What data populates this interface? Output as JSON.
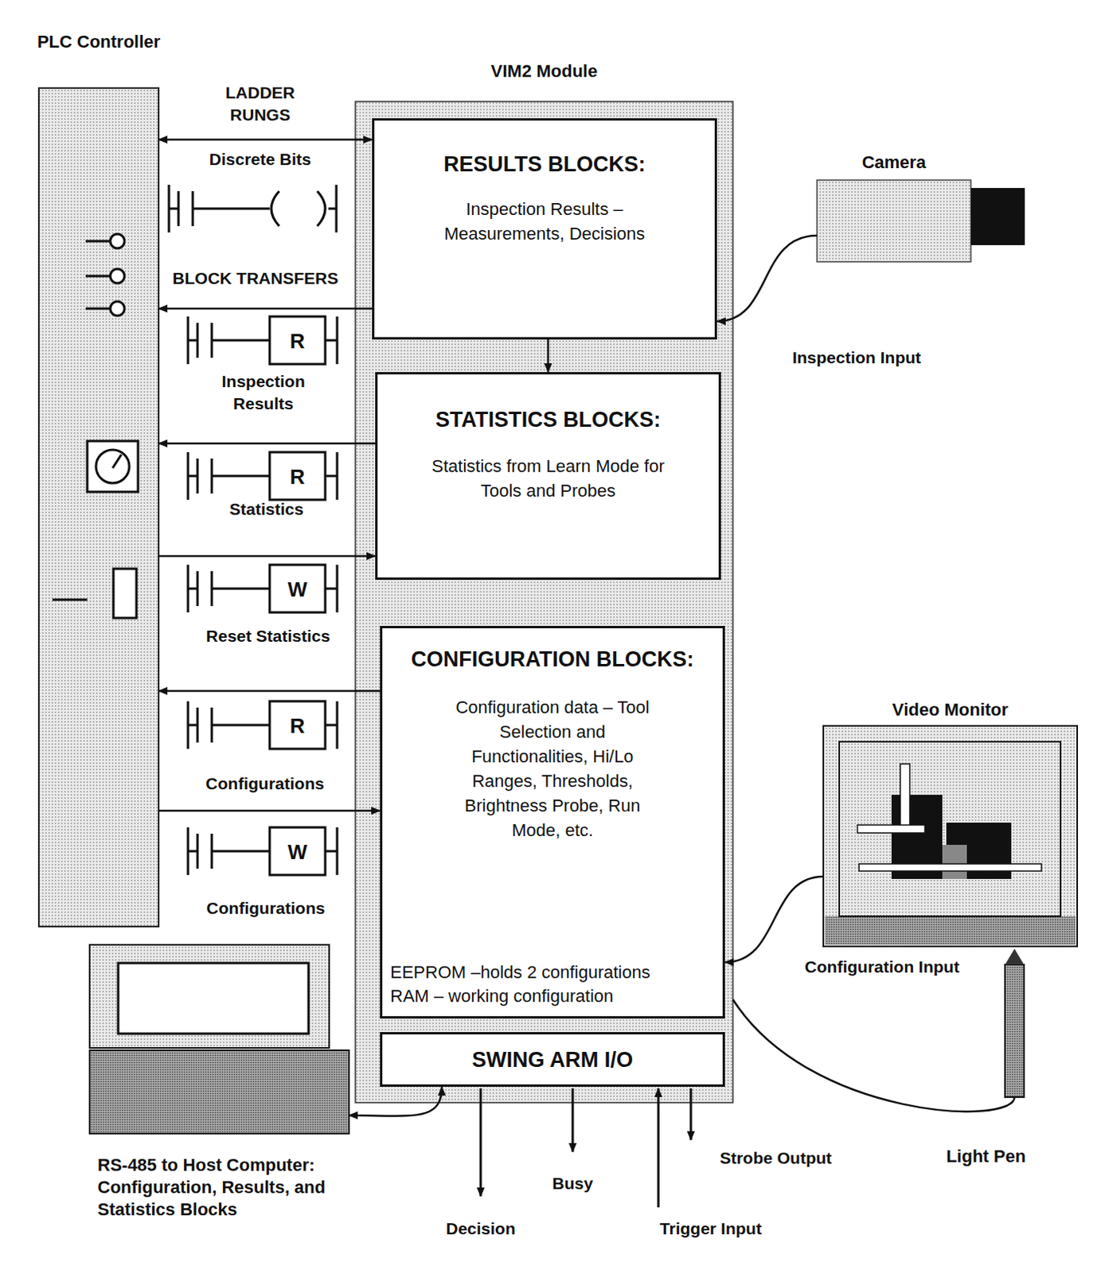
{
  "diagram": {
    "nodes": [
      {
        "text": [
          "PLC Controller"
        ]
      },
      {
        "text": [
          "VIM2 Module"
        ]
      },
      {
        "text": [
          "RESULTS BLOCKS:",
          "Inspection Results – Measurements, Decisions"
        ],
        "in": 1
      },
      {
        "text": [
          "STATISTICS BLOCKS:",
          "Statistics from Learn Mode for Tools and Probes"
        ],
        "in": 1
      },
      {
        "text": [
          "CONFIGURATION BLOCKS:",
          "Configuration data – Tool Selection and Functionalities, Hi/Lo Ranges, Thresholds, Brightness Probe, Run Mode, etc.",
          "EEPROM –holds 2 configurations",
          "RAM – working configuration"
        ],
        "in": 1
      },
      {
        "text": [
          "SWING ARM I/O"
        ],
        "in": 1
      },
      {
        "text": [
          "Camera"
        ]
      },
      {
        "text": [
          "Video Monitor"
        ]
      },
      {
        "text": [
          "RS-485 to Host Computer: Configuration, Results, and Statistics Blocks"
        ]
      },
      {
        "text": [
          "Light Pen"
        ]
      }
    ],
    "edges": [
      {
        "from": 0,
        "to": 2,
        "arrow": "both",
        "label": "Discrete Bits"
      },
      {
        "from": 2,
        "to": 0,
        "arrow": "to"
      },
      {
        "from": 3,
        "to": 0,
        "arrow": "to"
      },
      {
        "from": 0,
        "to": 3,
        "arrow": "to"
      },
      {
        "from": 4,
        "to": 0,
        "arrow": "to"
      },
      {
        "from": 0,
        "to": 4,
        "arrow": "to"
      },
      {
        "from": 2,
        "to": 3,
        "arrow": "to"
      },
      {
        "from": 6,
        "to": 2,
        "arrow": "to",
        "label": "Inspection Input"
      },
      {
        "from": 7,
        "to": 4,
        "arrow": "to",
        "label": "Configuration Input"
      },
      {
        "from": 8,
        "to": 5,
        "arrow": "both"
      },
      {
        "from": 9,
        "to": 1,
        "arrow": "none"
      }
    ],
    "labels": [
      "LADDER RUNGS",
      "BLOCK TRANSFERS",
      "R",
      "Inspection Results",
      "R",
      "Statistics",
      "W",
      "Reset Statistics",
      "R",
      "Configurations",
      "W",
      "Configurations",
      "Decision",
      "Busy",
      "Trigger Input",
      "Strobe Output"
    ]
  }
}
